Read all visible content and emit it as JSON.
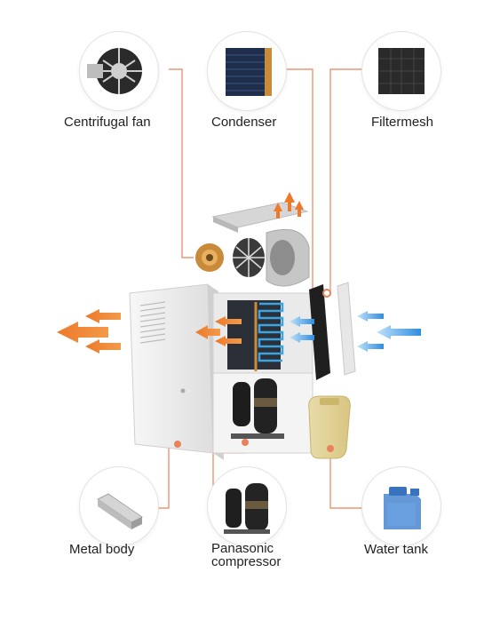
{
  "colors": {
    "leader_line": "#e8825a",
    "hot_arrow": "#ec7a2a",
    "cold_arrow": "#4aa3e8",
    "coil": "#3aa5e0",
    "body": "#eeeeee"
  },
  "components": {
    "centrifugal_fan": {
      "label": "Centrifugal fan",
      "icon": "centrifugal-fan-icon"
    },
    "condenser": {
      "label": "Condenser",
      "icon": "condenser-coil-icon"
    },
    "filtermesh": {
      "label": "Filtermesh",
      "icon": "filter-mesh-icon"
    },
    "metal_body": {
      "label": "Metal body",
      "icon": "metal-rail-icon"
    },
    "compressor": {
      "label_line1": "Panasonic",
      "label_line2": "compressor",
      "icon": "compressor-icon"
    },
    "water_tank": {
      "label": "Water tank",
      "icon": "water-tank-icon"
    }
  }
}
